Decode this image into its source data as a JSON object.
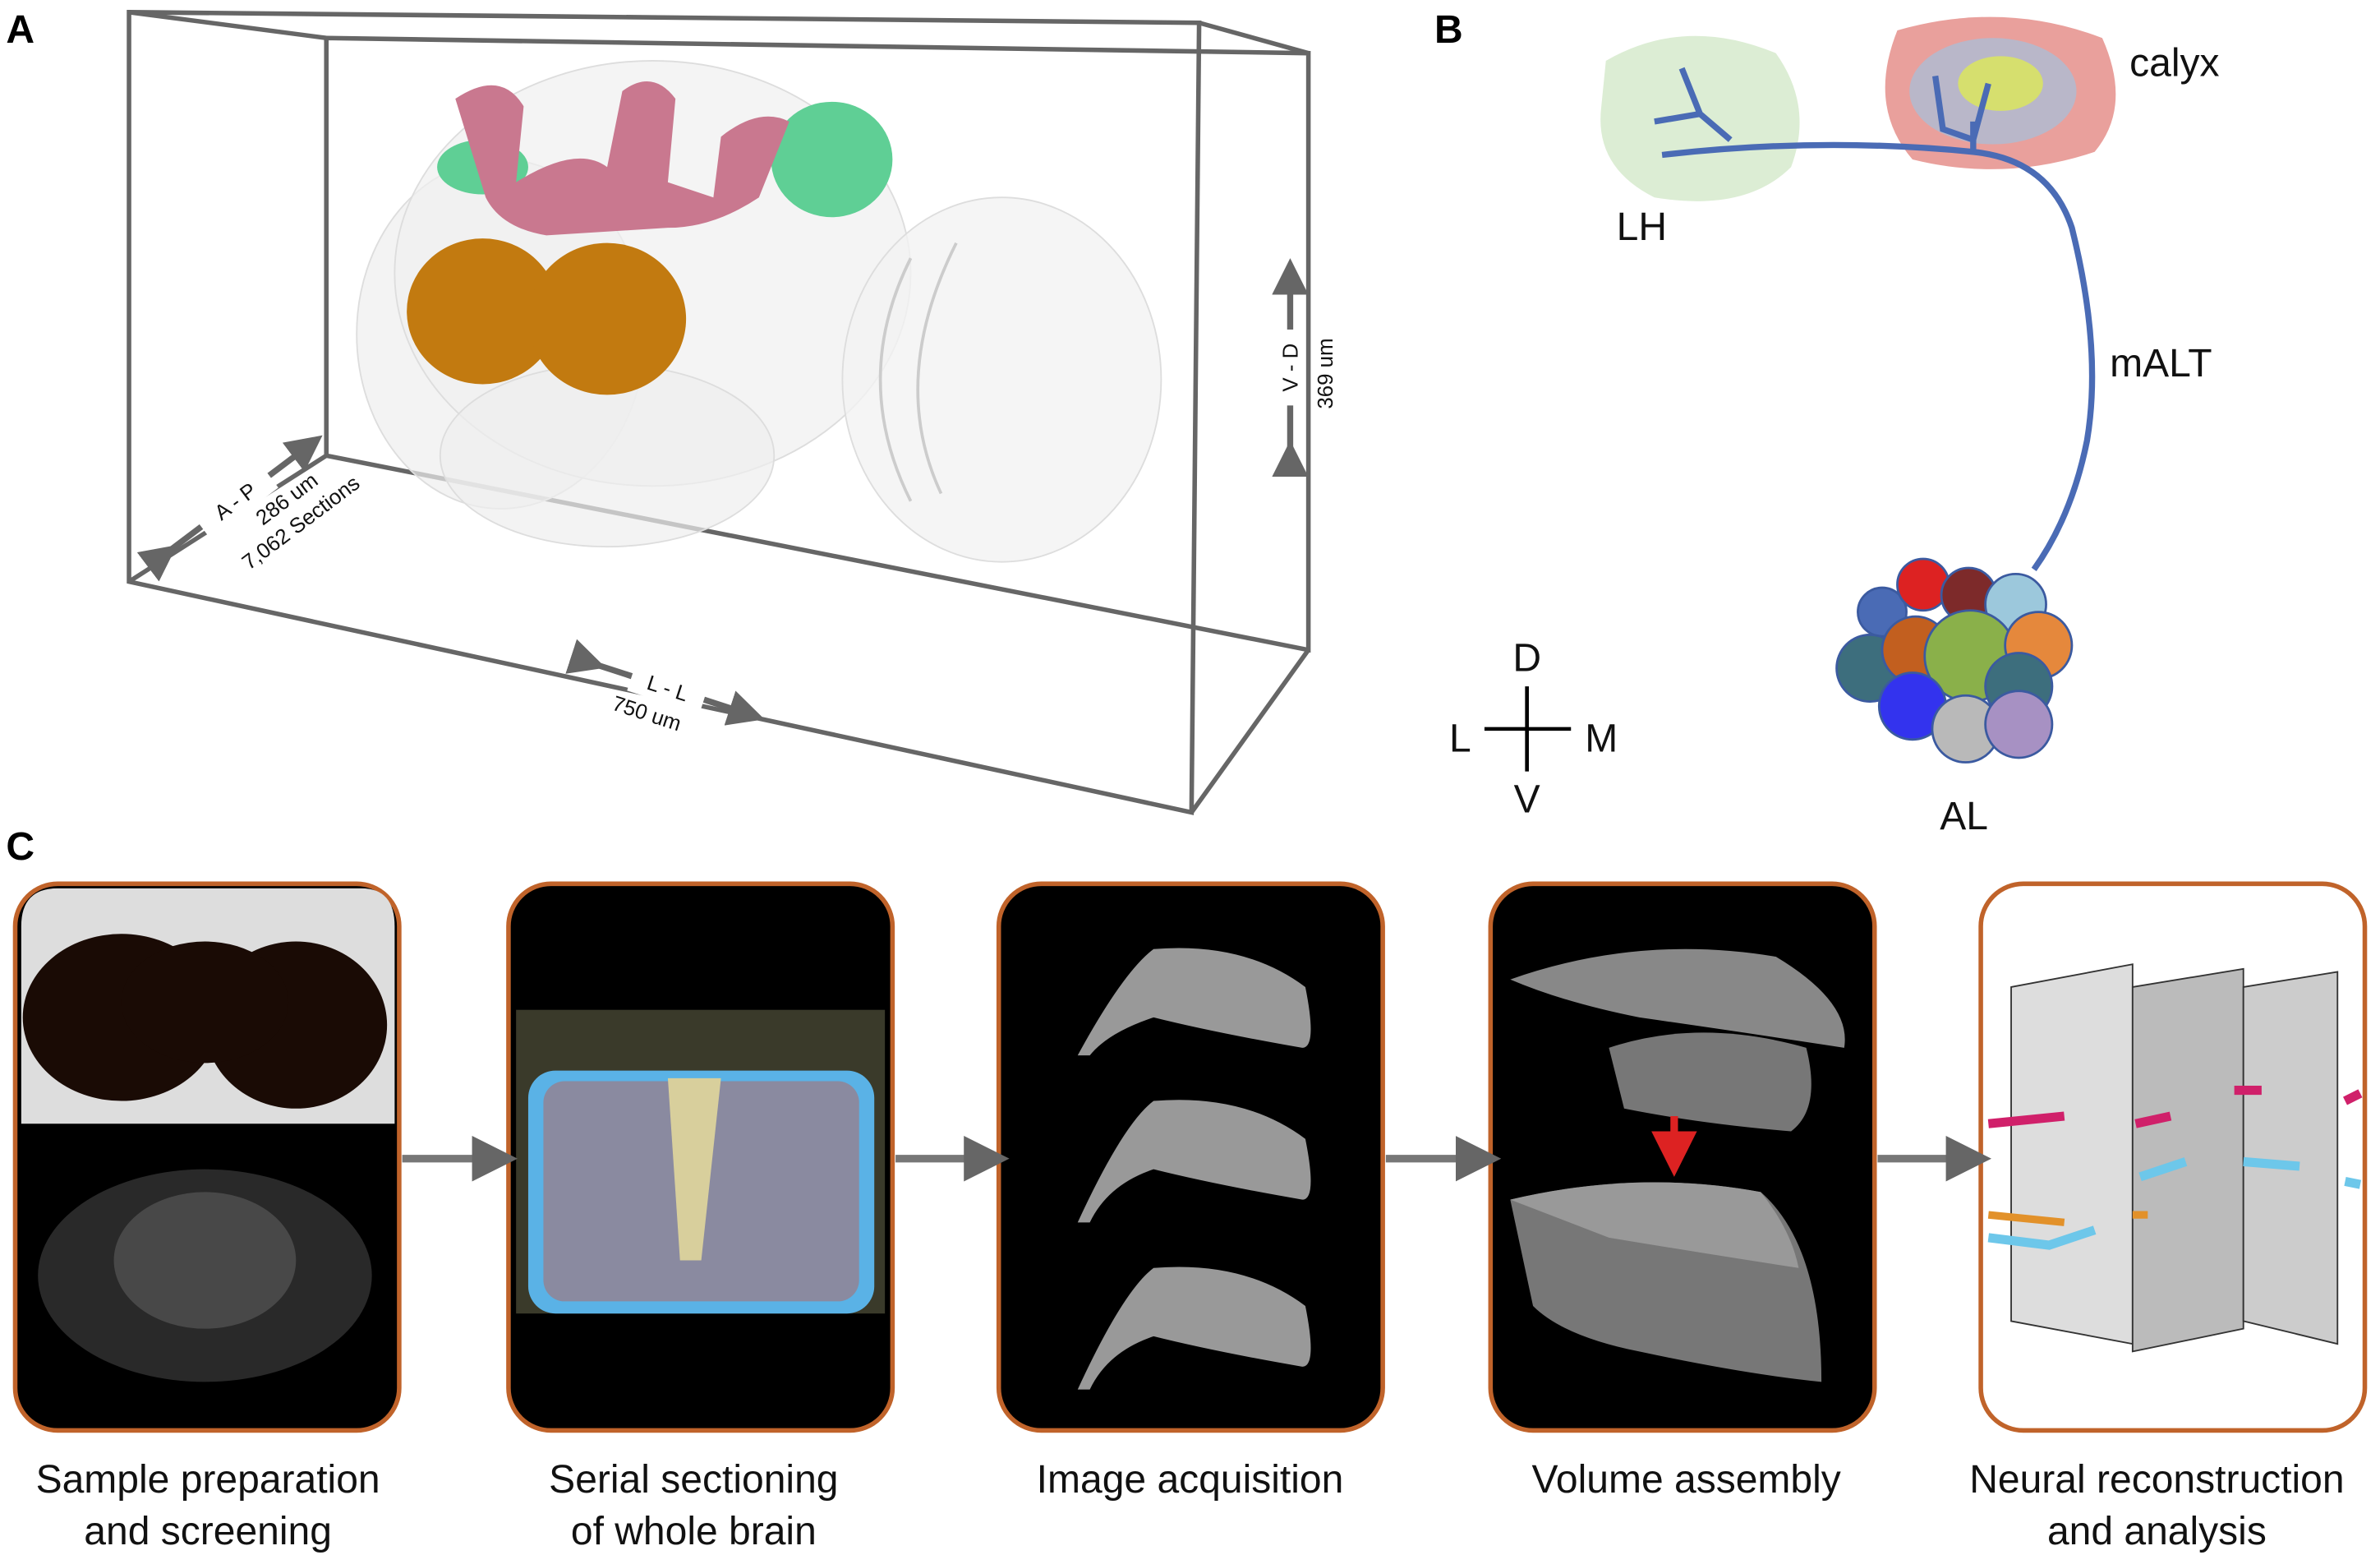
{
  "panels": {
    "A": {
      "label": "A",
      "ap_axis": "A - P",
      "ap_size": "286 um",
      "sections": "7,062 Sections",
      "ll_axis": "L - L",
      "ll_size": "750 um",
      "vd_axis": "V - D",
      "vd_size": "369 um"
    },
    "B": {
      "label": "B",
      "lh": "LH",
      "calyx": "calyx",
      "malt": "mALT",
      "al": "AL",
      "compass": {
        "d": "D",
        "v": "V",
        "l": "L",
        "m": "M"
      }
    },
    "C": {
      "label": "C",
      "steps": [
        {
          "line1": "Sample preparation",
          "line2": "and screening"
        },
        {
          "line1": "Serial sectioning",
          "line2": "of whole brain"
        },
        {
          "line1": "Image acquisition",
          "line2": ""
        },
        {
          "line1": "Volume assembly",
          "line2": ""
        },
        {
          "line1": "Neural reconstruction",
          "line2": "and analysis"
        }
      ]
    }
  },
  "colors": {
    "box_border": "#c0632a",
    "neuron": "#4a6bb5",
    "mushroom_body": "#c9788f",
    "calyx_green": "#5fcf95",
    "antennal_lobe": "#c27a10",
    "arrow_gray": "#777777"
  }
}
